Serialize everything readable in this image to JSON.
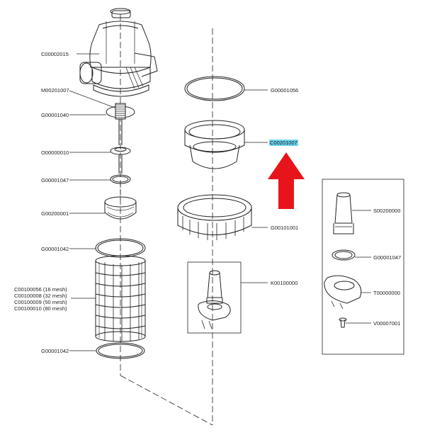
{
  "labels": {
    "body": "C00002015",
    "spring": "M00201007",
    "oring_top_left": "G00001040",
    "disc": "O00000010",
    "oring_small": "G00001047",
    "seat": "G00200001",
    "oring_mid": "G00001042",
    "screen_16": "C00100056 (16 mesh)",
    "screen_32": "C00100008 (32 mesh)",
    "screen_50": "C00100009 (50 mesh)",
    "screen_80": "C00100010 (80 mesh)",
    "oring_bottom": "G00001042",
    "oring_large": "G00001056",
    "cap": "C00201007",
    "ring_nut": "G00101001",
    "drain_kit": "K00100000",
    "drain_valve": "S00200000",
    "drain_oring": "G00001047",
    "drain_nut": "T00000000",
    "drain_screw": "V00007001"
  },
  "colors": {
    "line": "#222222",
    "highlight": "#6ed3ee",
    "arrow": "#e8141b"
  },
  "icons": {
    "callout": "red-up-arrow-icon"
  }
}
